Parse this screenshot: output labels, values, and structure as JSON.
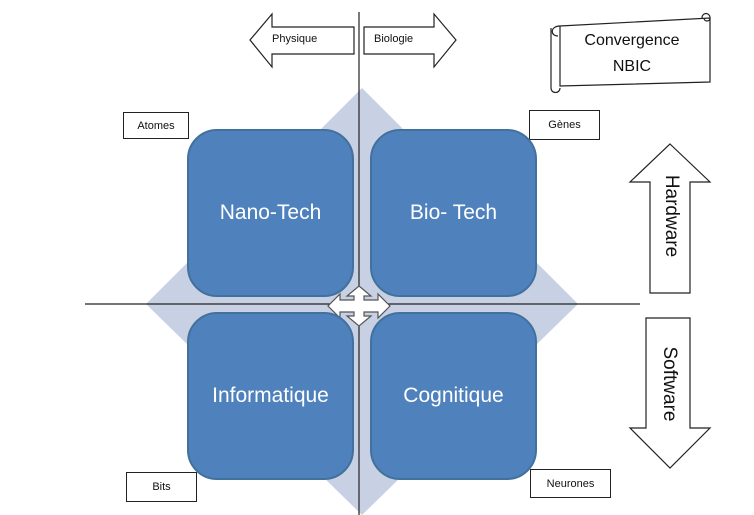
{
  "colors": {
    "diamond": "#c8d0e4",
    "quadrant_fill": "#4f81bd",
    "quadrant_border": "#41719c",
    "line": "#222222"
  },
  "top_arrows": {
    "left": "Physique",
    "right": "Biologie"
  },
  "scroll": {
    "line1": "Convergence",
    "line2": "NBIC"
  },
  "corner_labels": {
    "top_left": "Atomes",
    "top_right": "Gènes",
    "bottom_left": "Bits",
    "bottom_right": "Neurones"
  },
  "quadrants": {
    "top_left": "Nano-Tech",
    "top_right": "Bio- Tech",
    "bottom_left": "Informatique",
    "bottom_right": "Cognitique"
  },
  "side_arrows": {
    "up": "Hardware",
    "down": "Software"
  },
  "icons": {
    "center": "four-way-arrow-icon",
    "scroll": "scroll-banner-icon"
  }
}
